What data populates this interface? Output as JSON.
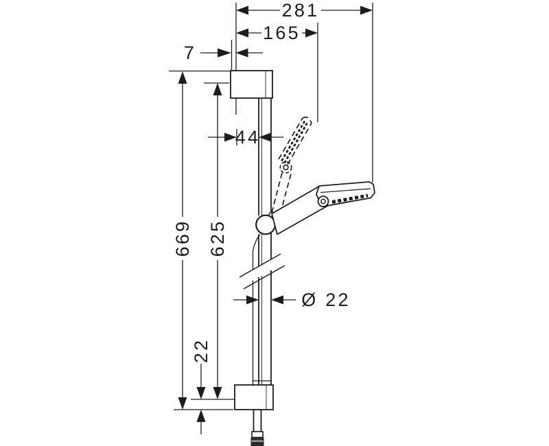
{
  "page": {
    "background": "#ffffff",
    "line_color": "#1d1d1b"
  },
  "drawing": {
    "type": "technical-dimension-drawing",
    "subject": "wall-bar shower set with hand shower, two wall brackets and hose connector",
    "units_implied": "mm",
    "dim": {
      "total_reach": "281",
      "parked_reach": "165",
      "bracket_lip": "7",
      "bar_offset": "44",
      "bar_length": "669",
      "hole_spacing": "625",
      "bar_diameter": "Ø 22",
      "end_offset": "22"
    }
  }
}
